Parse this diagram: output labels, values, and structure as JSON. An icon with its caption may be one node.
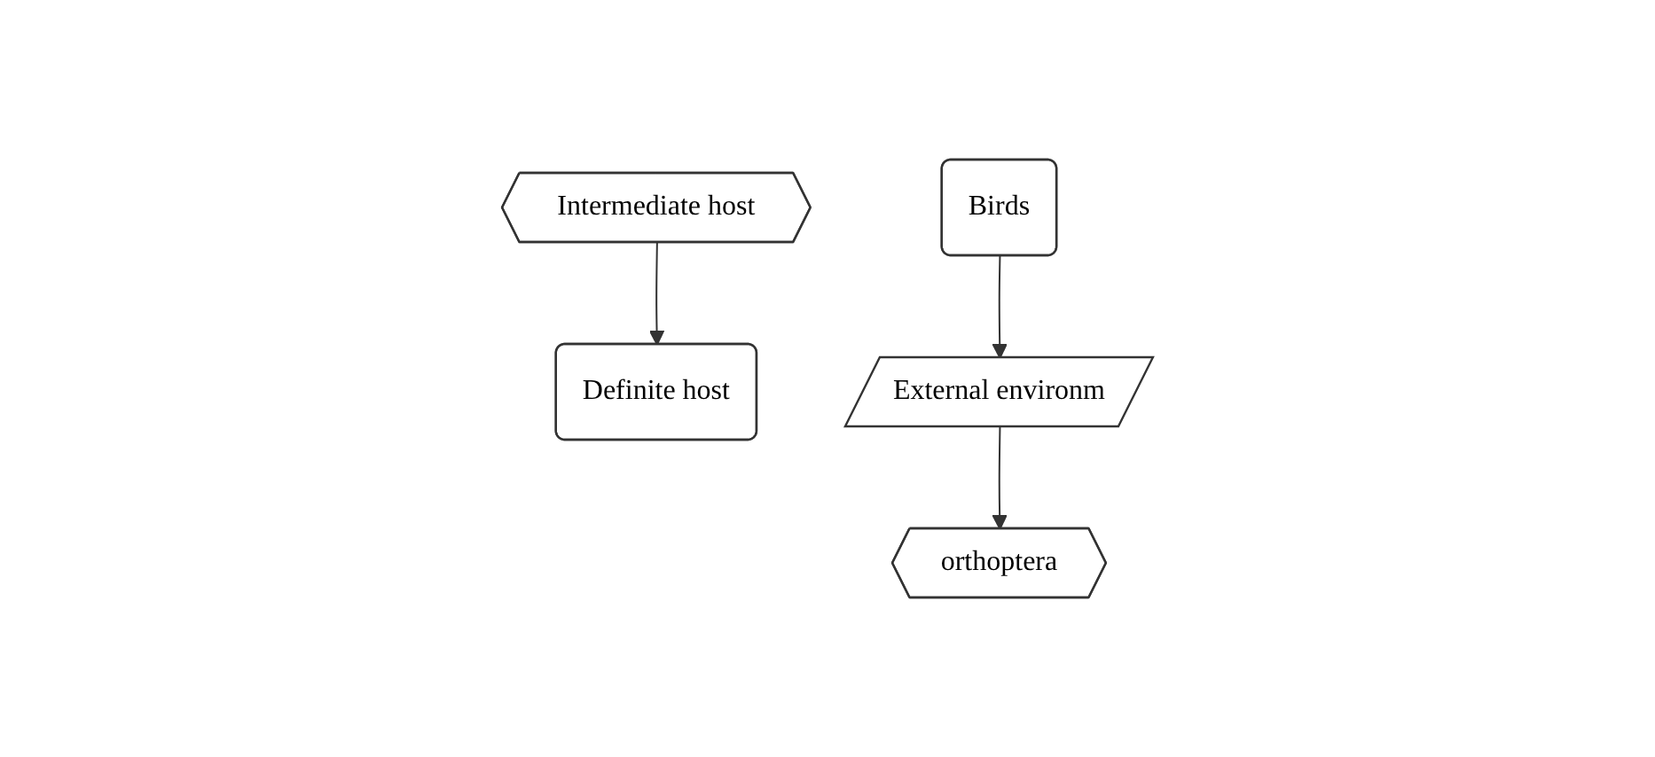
{
  "diagram": {
    "nodes": [
      {
        "text": [
          "Definite host"
        ]
      },
      {
        "text": [
          "Birds"
        ]
      },
      {
        "text": [
          "Intermediate host"
        ]
      },
      {
        "text": [
          "orthoptera"
        ]
      },
      {
        "text": [
          "External environm"
        ]
      }
    ],
    "edges": [
      {
        "from": 2,
        "to": 0,
        "arrow": "to"
      },
      {
        "from": 1,
        "to": 4,
        "arrow": "to"
      },
      {
        "from": 4,
        "to": 3,
        "arrow": "to"
      }
    ]
  }
}
